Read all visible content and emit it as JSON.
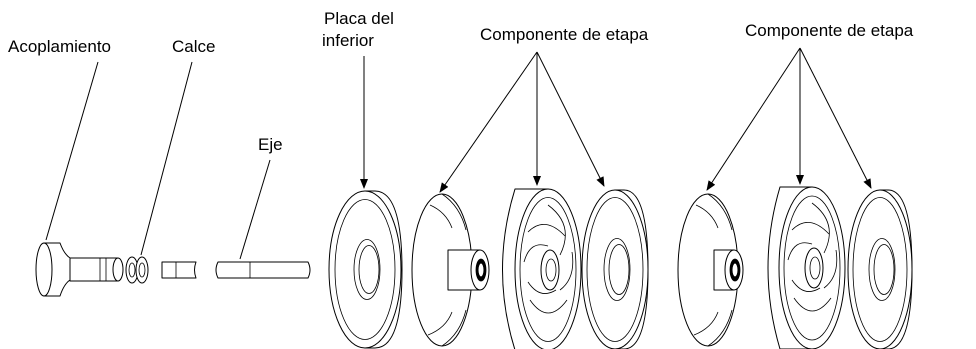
{
  "labels": {
    "acoplamiento": "Acoplamiento",
    "calce": "Calce",
    "eje": "Eje",
    "placa_line1": "Placa del",
    "placa_line2": "inferior",
    "etapa_1": "Componente de etapa",
    "etapa_2": "Componente de etapa"
  },
  "colors": {
    "line": "#000000",
    "background": "#ffffff"
  }
}
